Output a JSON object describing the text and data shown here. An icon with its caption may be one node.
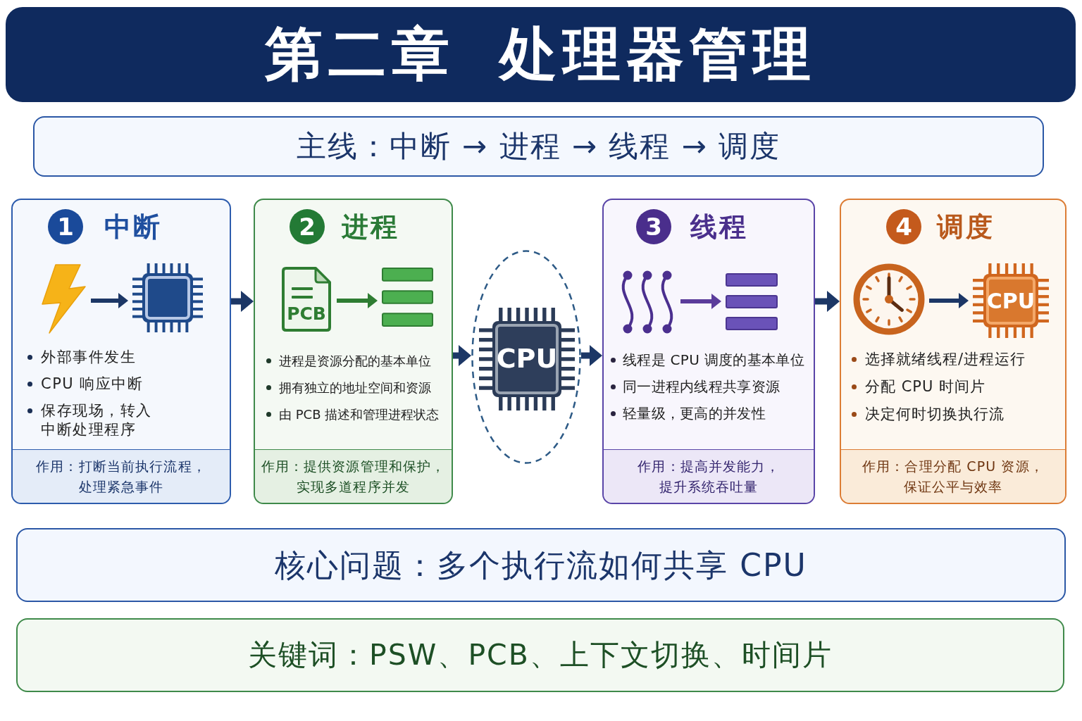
{
  "diagram": {
    "title": "第二章 处理器管理",
    "nodes": [
      {
        "text": [
          "主线：中断 → 进程 → 线程 → 调度"
        ]
      },
      {
        "text": [
          "中断",
          "外部事件发生",
          "CPU 响应中断",
          "保存现场，转入中断处理程序"
        ]
      },
      {
        "text": [
          "1"
        ],
        "in": 1
      },
      {
        "text": [],
        "shape": "picture",
        "in": 1
      },
      {
        "text": [],
        "shape": "picture",
        "in": 1
      },
      {
        "text": [
          "作用：打断当前执行流程，处理紧急事件"
        ],
        "in": 1
      },
      {
        "text": [
          "进程",
          "进程是资源分配的基本单位",
          "拥有独立的地址空间和资源",
          "由 PCB 描述和管理进程状态"
        ]
      },
      {
        "text": [
          "2"
        ],
        "in": 6
      },
      {
        "text": [
          "PCB"
        ],
        "in": 6
      },
      {
        "text": [],
        "shape": "picture",
        "in": 6
      },
      {
        "text": [
          "作用：提供资源管理和保护，实现多道程序并发"
        ],
        "in": 6
      },
      {
        "text": [],
        "shape": "ellipse"
      },
      {
        "text": [
          "CPU"
        ],
        "in": 11
      },
      {
        "text": [
          "线程",
          "线程是 CPU 调度的基本单位",
          "同一进程内线程共享资源",
          "轻量级，更高的并发性"
        ]
      },
      {
        "text": [
          "3"
        ],
        "in": 13
      },
      {
        "text": [],
        "shape": "picture",
        "in": 13
      },
      {
        "text": [],
        "shape": "picture",
        "in": 13
      },
      {
        "text": [
          "作用：提高并发能力，提升系统吞吐量"
        ],
        "in": 13
      },
      {
        "text": [
          "调度",
          "选择就绪线程/进程运行",
          "分配 CPU 时间片",
          "决定何时切换执行流"
        ]
      },
      {
        "text": [
          "4"
        ],
        "in": 18
      },
      {
        "text": [],
        "shape": "picture",
        "in": 18
      },
      {
        "text": [
          "CPU"
        ],
        "in": 18
      },
      {
        "text": [
          "作用：合理分配 CPU 资源，保证公平与效率"
        ],
        "in": 18
      },
      {
        "text": [
          "核心问题：多个执行流如何共享 CPU"
        ]
      },
      {
        "text": [
          "关键词：PSW、PCB、上下文切换、时间片"
        ]
      }
    ],
    "edges": [
      {
        "from": 1,
        "to": 6,
        "arrow": "to"
      },
      {
        "from": 6,
        "to": 11,
        "arrow": "to"
      },
      {
        "from": 11,
        "to": 13,
        "arrow": "to"
      },
      {
        "from": 13,
        "to": 18,
        "arrow": "to"
      },
      {
        "from": 3,
        "to": 4,
        "arrow": "to"
      },
      {
        "from": 8,
        "to": 9,
        "arrow": "to",
        "color": "#2e7d32"
      },
      {
        "from": 15,
        "to": 16,
        "arrow": "to",
        "color": "#5b3c9b"
      },
      {
        "from": 20,
        "to": 21,
        "arrow": "to"
      }
    ]
  }
}
